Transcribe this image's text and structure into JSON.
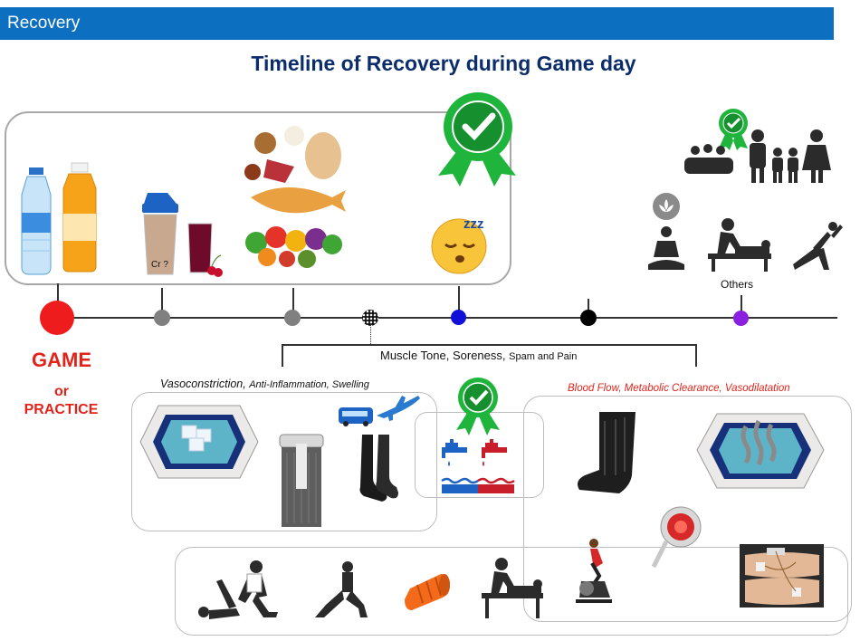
{
  "header": {
    "title": "Recovery"
  },
  "title": "Timeline of Recovery during Game day",
  "game_label": {
    "line1": "GAME",
    "line2": "or",
    "line3": "PRACTICE"
  },
  "timeline": {
    "nodes": [
      {
        "name": "game",
        "color": "#ee1c1c"
      },
      {
        "name": "hydration-supplements",
        "color": "#808080"
      },
      {
        "name": "nutrition",
        "color": "#808080"
      },
      {
        "name": "muscle-phase",
        "color": "#111111"
      },
      {
        "name": "sleep",
        "color": "#1010d8"
      },
      {
        "name": "flow-phase",
        "color": "#000000"
      },
      {
        "name": "others",
        "color": "#8a1fe0"
      }
    ]
  },
  "muscle_label": {
    "main": "Muscle Tone, Soreness, ",
    "small": "Spam and Pain"
  },
  "vaso_label": {
    "main": "Vasoconstriction, ",
    "small": "Anti-Inflammation, Swelling"
  },
  "flow_label": "Blood Flow, Metabolic Clearance, Vasodilatation",
  "others_label": "Others",
  "shaker_label": "Cr ?",
  "sleep_icon": {
    "text": "zzz"
  },
  "colors": {
    "brand_blue": "#0d6fc0",
    "title_navy": "#0b2d6b",
    "accent_red": "#e2231a",
    "badge_green": "#1fb53d"
  }
}
